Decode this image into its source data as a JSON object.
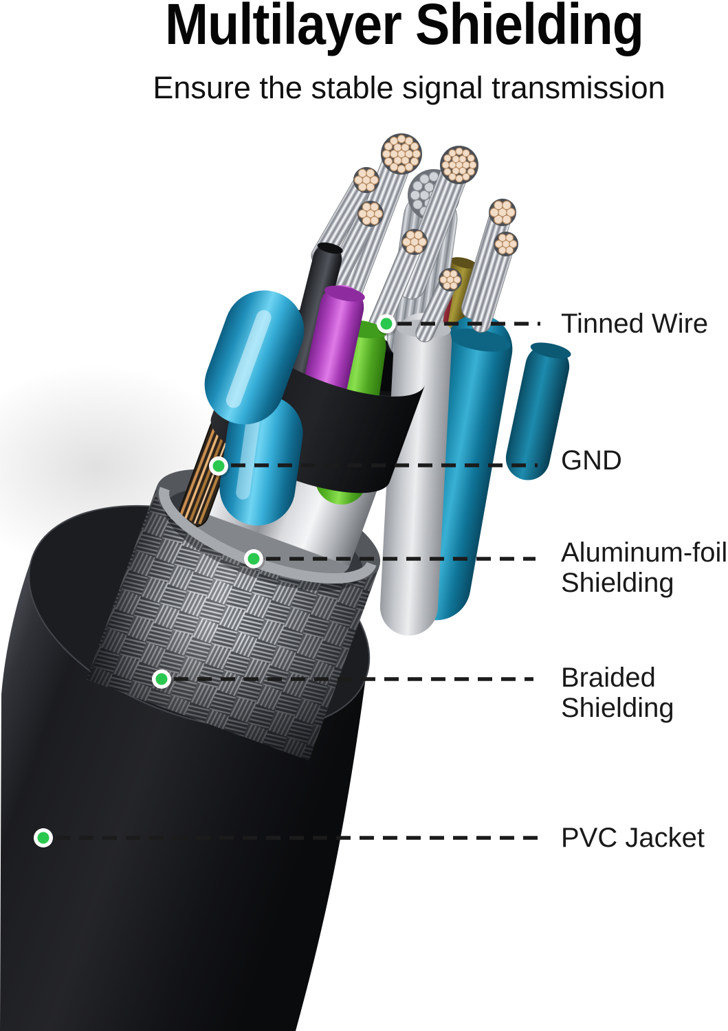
{
  "header": {
    "title": "Multilayer Shielding",
    "subtitle": "Ensure the stable signal transmission"
  },
  "callouts": [
    {
      "id": "tinned-wire",
      "line1": "Tinned Wire",
      "line2": ""
    },
    {
      "id": "gnd",
      "line1": "GND",
      "line2": ""
    },
    {
      "id": "aluminum-foil-shielding",
      "line1": "Aluminum-foil",
      "line2": "Shielding"
    },
    {
      "id": "braided-shielding",
      "line1": "Braided",
      "line2": "Shielding"
    },
    {
      "id": "pvc-jacket",
      "line1": "PVC Jacket",
      "line2": ""
    }
  ],
  "colors": {
    "background": "#FFFFFF",
    "accent_green": "#2BC84F",
    "dash_line": "#1B1B1B",
    "label_text": "#191919",
    "title_text": "#060606",
    "subtitle_text": "#101010",
    "jacket_black": "#17181B",
    "braid_silver": "#9FA2A7",
    "foil_silver": "#D8DADD",
    "copper_gnd": "#D79B5E",
    "wire_blue": "#2FA6D2",
    "wire_magenta": "#C856D0",
    "wire_green": "#62C72E",
    "wire_white": "#DCDDDF",
    "wire_teal": "#1993B8",
    "wire_olive": "#8A7A26",
    "wire_red": "#B5414D",
    "tinned_tip_beige": "#F2DDC8",
    "strand_silver": "#C4C7CB"
  }
}
